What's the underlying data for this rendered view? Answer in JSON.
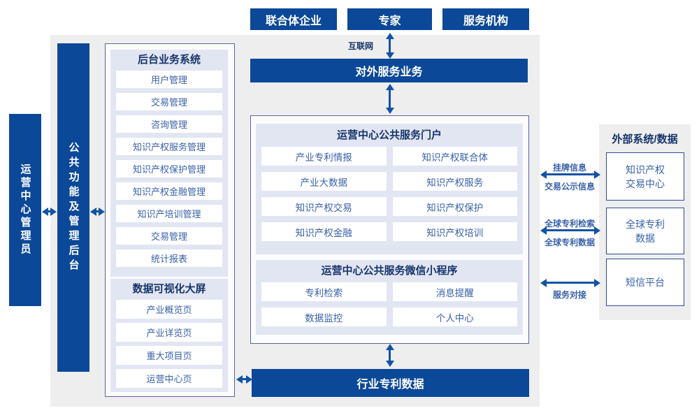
{
  "colors": {
    "primary": "#0b4898",
    "arrow": "#1253a4",
    "panel": "#e2e5f2",
    "border": "#5a639e",
    "bg": "#eeeeee",
    "header-text": "#15356b",
    "item-text": "#3a61aa",
    "box-border": "#2f4c95",
    "outer-bg": "#fcfcfe"
  },
  "top_actors": [
    {
      "label": "联合体企业"
    },
    {
      "label": "专家"
    },
    {
      "label": "服务机构"
    }
  ],
  "internet_label": "互联网",
  "external_service_bar": "对外服务业务",
  "industry_patent_bar": "行业专利数据",
  "admin_bar": "运营中心管理员",
  "backend_bar": "公共功能及管理后台",
  "backend_system": {
    "title": "后台业务系统",
    "items": [
      "用户管理",
      "交易管理",
      "咨询管理",
      "知识产权服务管理",
      "知识产权保护管理",
      "知识产权金融管理",
      "知识产培训管理",
      "交易管理",
      "统计报表"
    ]
  },
  "dashboard": {
    "title": "数据可视化大屏",
    "items": [
      "产业概览页",
      "产业详览页",
      "重大项目页",
      "运营中心页"
    ]
  },
  "portal": {
    "title": "运营中心公共服务门户",
    "items": [
      "产业专利情报",
      "知识产权联合体",
      "产业大数据",
      "知识产权服务",
      "知识产权交易",
      "知识产权保护",
      "知识产权金融",
      "知识产权培训"
    ]
  },
  "miniapp": {
    "title": "运营中心公共服务微信小程序",
    "items": [
      "专利检索",
      "消息提醒",
      "数据监控",
      "个人中心"
    ]
  },
  "external": {
    "title": "外部系统/数据",
    "boxes": [
      "知识产权\n交易中心",
      "全球专利\n数据",
      "短信平台"
    ]
  },
  "link_labels": {
    "listing_info": "挂牌信息",
    "trade_publicity": "交易公示信息",
    "global_patent_search": "全球专利检索",
    "global_patent_data": "全球专利数据",
    "service_connect": "服务对接"
  }
}
